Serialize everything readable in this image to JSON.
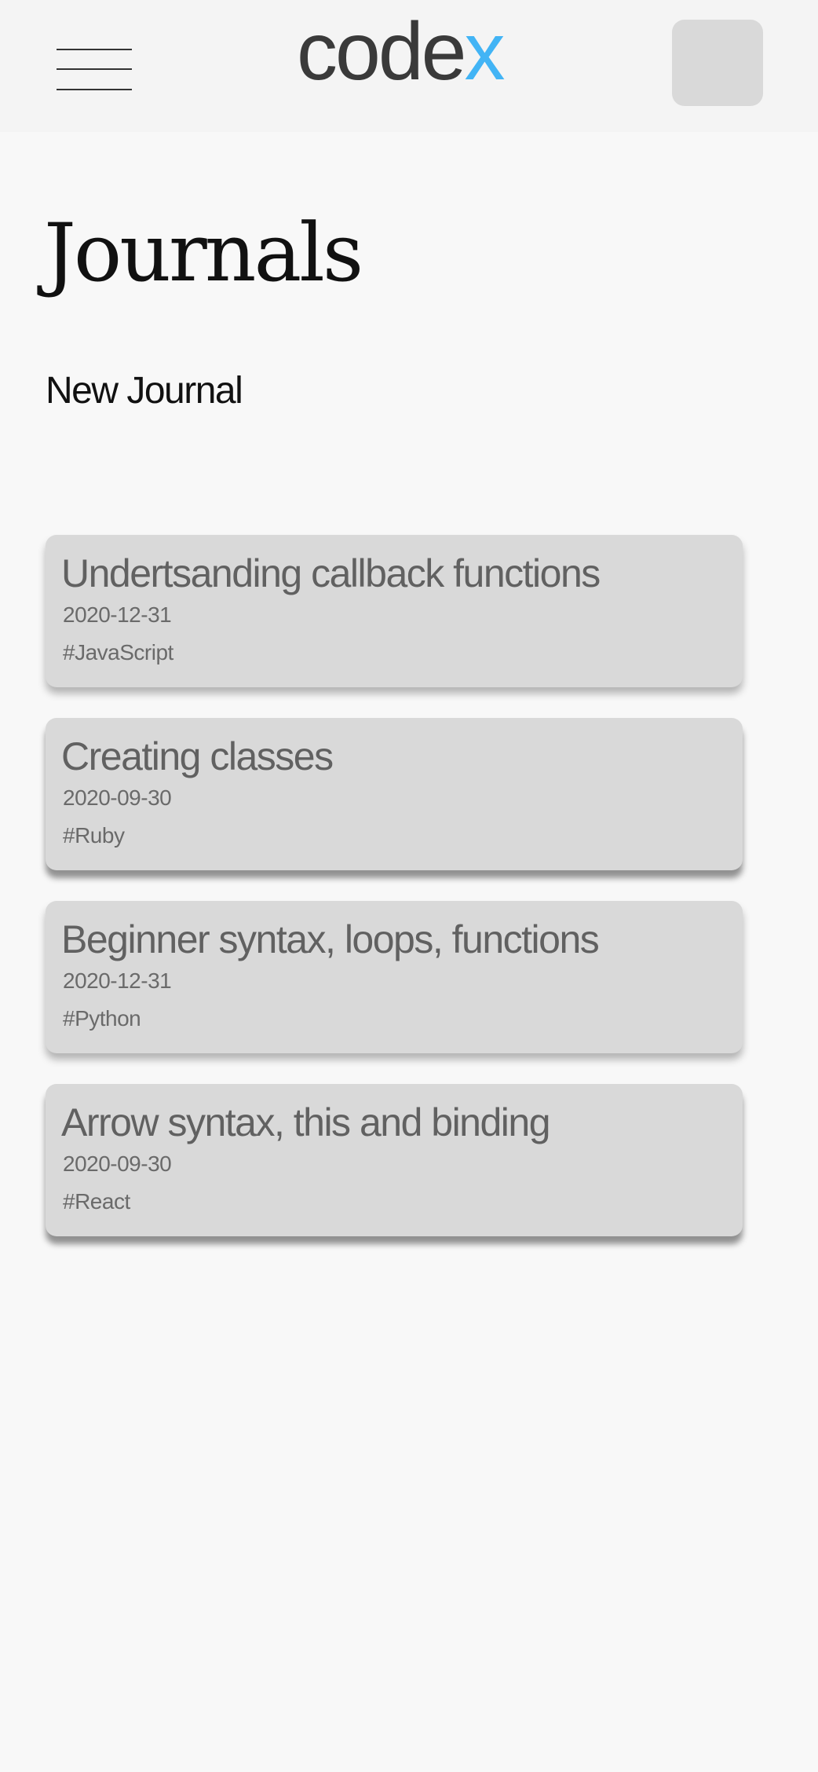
{
  "header": {
    "logo_main": "code",
    "logo_accent": "x",
    "accent_color": "#42b4f5",
    "menu_icon": "hamburger-menu-icon"
  },
  "page": {
    "title": "Journals",
    "new_journal_label": "New Journal"
  },
  "journals": [
    {
      "title": "Undertsanding callback functions",
      "date": "2020-12-31",
      "tag": "#JavaScript"
    },
    {
      "title": "Creating classes",
      "date": "2020-09-30",
      "tag": "#Ruby"
    },
    {
      "title": "Beginner syntax, loops, functions",
      "date": "2020-12-31",
      "tag": "#Python"
    },
    {
      "title": "Arrow syntax, this and binding",
      "date": "2020-09-30",
      "tag": "#React"
    }
  ]
}
